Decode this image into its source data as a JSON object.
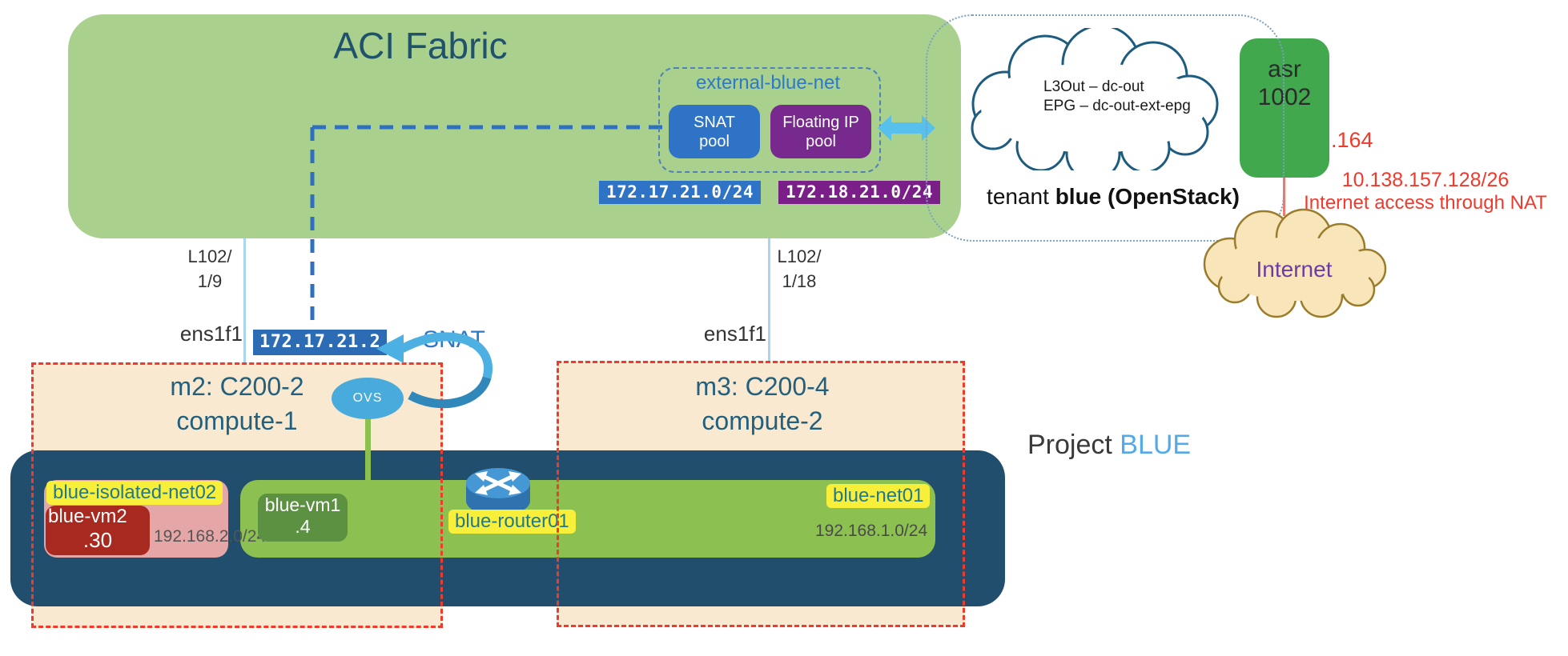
{
  "colors": {
    "fabric_green": "#a9d08d",
    "snat_blue": "#2e73c5",
    "floating_purple": "#77298e",
    "navy_container": "#224e6d",
    "net_green": "#8cc152",
    "host_tan": "#f8e9d0",
    "alert_red": "#ee3b2d",
    "highlight_yellow": "#f8ef3a",
    "arrow_lightblue": "#57c0ec",
    "asr_green": "#41a84e",
    "isolated_pink": "#e4a6a6",
    "vm2_red": "#a8291f",
    "vm1_green": "#5b9141",
    "internet_tan": "#f8e6ba",
    "project_blue": "#53aae8"
  },
  "fabric": {
    "title": "ACI Fabric"
  },
  "external_net": {
    "label": "external-blue-net",
    "snat_pool_label": "SNAT\npool",
    "floating_pool_label": "Floating IP\npool",
    "snat_subnet": "172.17.21.0/24",
    "floating_subnet": "172.18.21.0/24"
  },
  "l3out": {
    "line1": "L3Out – dc-out",
    "line2": "EPG – dc-out-ext-epg"
  },
  "tenant": {
    "prefix": "tenant ",
    "name": "blue (OpenStack)"
  },
  "asr": {
    "name": "asr\n1002",
    "interface_ip": ".164",
    "subnet": "10.138.157.128/26",
    "note": "Internet access through NAT"
  },
  "internet": {
    "label": "Internet"
  },
  "uplinks": {
    "left": {
      "port": "L102/\n1/9",
      "interface": "ens1f1"
    },
    "right": {
      "port": "L102/\n1/18",
      "interface": "ens1f1"
    }
  },
  "snat": {
    "ip": "172.17.21.2",
    "label": "SNAT",
    "switch": "OVS"
  },
  "hosts": {
    "m2": {
      "title": "m2: C200-2\ncompute-1"
    },
    "m3": {
      "title": "m3: C200-4\ncompute-2"
    }
  },
  "project": {
    "prefix": "Project ",
    "name": "BLUE"
  },
  "networks": {
    "isolated_net02": {
      "name": "blue-isolated-net02",
      "subnet": "192.168.2.0/24",
      "vm_name": "blue-vm2",
      "vm_ip": ".30"
    },
    "net01": {
      "name": "blue-net01",
      "subnet": "192.168.1.0/24",
      "vm_name": "blue-vm1",
      "vm_ip": ".4",
      "router": "blue-router01"
    }
  }
}
